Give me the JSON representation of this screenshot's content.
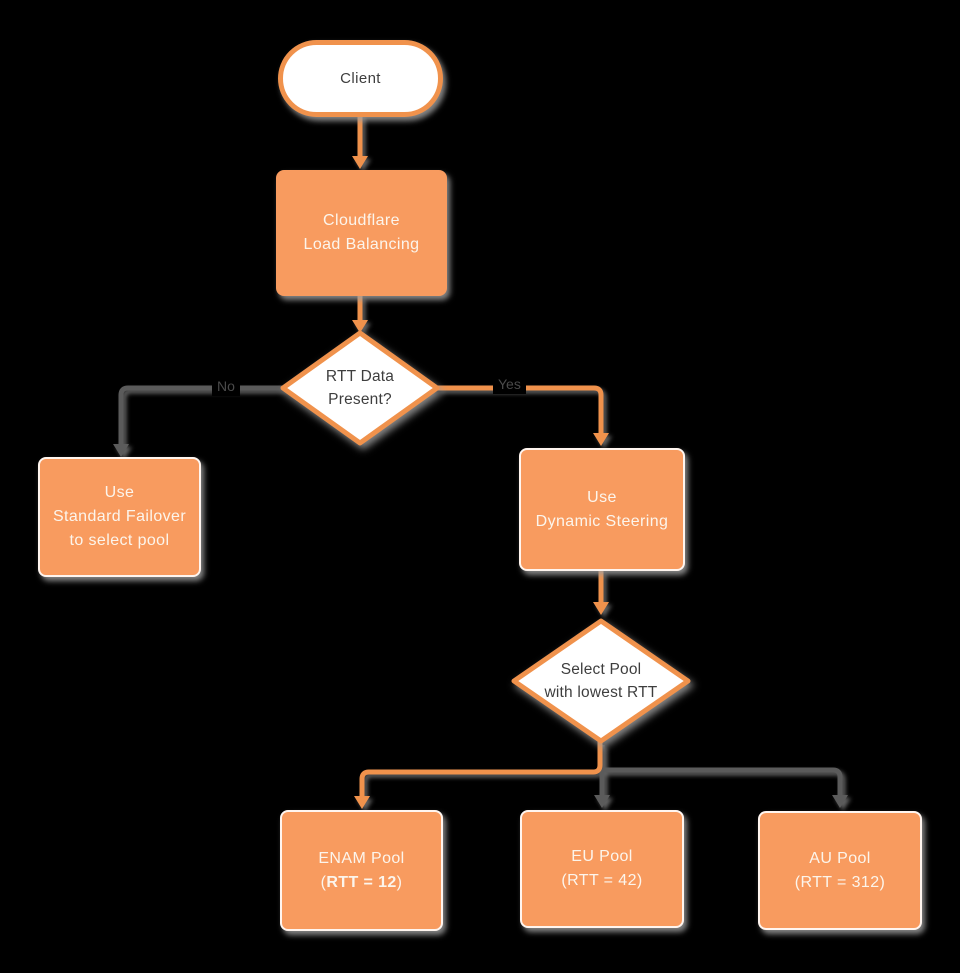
{
  "title": "Cloudflare Load Balancing dynamic steering flowchart",
  "colors": {
    "bg": "#000000",
    "fill_orange": "#F89B5F",
    "stroke_orange": "#F0924C",
    "line_gray": "#5B5B5B",
    "text_dark": "#3E3E3E",
    "text_light": "#FCF5EC"
  },
  "nodes": {
    "client": {
      "label": "Client"
    },
    "load_balancer": {
      "line1": "Cloudflare",
      "line2": "Load Balancing"
    },
    "rtt_decision": {
      "line1": "RTT Data",
      "line2": "Present?"
    },
    "standard_failover": {
      "line1": "Use",
      "line2": "Standard Failover",
      "line3": "to select pool"
    },
    "dynamic_steering": {
      "line1": "Use",
      "line2": "Dynamic Steering"
    },
    "select_pool": {
      "line1": "Select Pool",
      "line2": "with lowest RTT"
    },
    "enam_pool": {
      "line1": "ENAM Pool",
      "line2_prefix": "(",
      "line2_bold": "RTT = 12",
      "line2_suffix": ")"
    },
    "eu_pool": {
      "line1": "EU Pool",
      "line2": "(RTT = 42)"
    },
    "au_pool": {
      "line1": "AU Pool",
      "line2": "(RTT = 312)"
    }
  },
  "edges": {
    "no_label": "No",
    "yes_label": "Yes"
  }
}
